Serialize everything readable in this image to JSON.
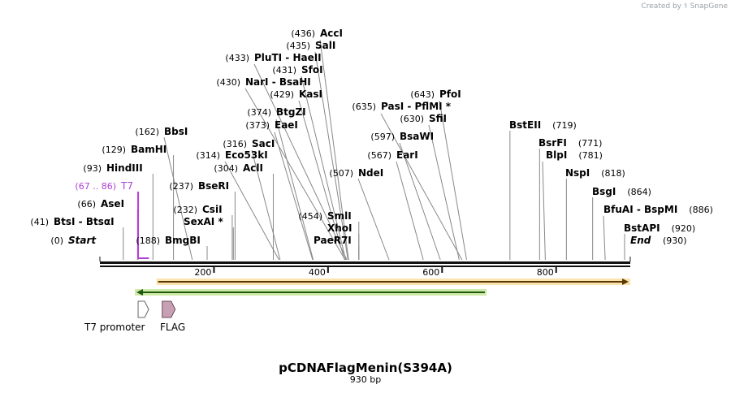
{
  "credit": "Created by ⚕ SnapGene",
  "map": {
    "title": "pCDNAFlagMenin(S394A)",
    "subtitle": "930 bp",
    "sequence_length": 930,
    "ruler_ticks": [
      {
        "pos": 200,
        "label": "200"
      },
      {
        "pos": 400,
        "label": "400"
      },
      {
        "pos": 600,
        "label": "600"
      },
      {
        "pos": 800,
        "label": "800"
      }
    ],
    "sites": [
      {
        "num": "(0)",
        "name": "Start",
        "pos": 0,
        "italic": true
      },
      {
        "num": "(41)",
        "name": "BtsI  -  BtsαI",
        "pos": 41
      },
      {
        "num": "(66)",
        "name": "AseI",
        "pos": 66
      },
      {
        "num": "(67 .. 86)",
        "name": "T7",
        "pos": 67,
        "color": "#b040d8",
        "plain": true
      },
      {
        "num": "(93)",
        "name": "HindIII",
        "pos": 93
      },
      {
        "num": "(129)",
        "name": "BamHI",
        "pos": 129
      },
      {
        "num": "(162)",
        "name": "BbsI",
        "pos": 162
      },
      {
        "num": "(188)",
        "name": "BmgBI",
        "pos": 188
      },
      {
        "num": "(232)",
        "name": "CsiI",
        "pos": 232
      },
      {
        "name": "SexAI *",
        "pos": 234
      },
      {
        "num": "(237)",
        "name": "BseRI",
        "pos": 237
      },
      {
        "num": "(304)",
        "name": "AclI",
        "pos": 304
      },
      {
        "num": "(314)",
        "name": "Eco53kI",
        "pos": 314
      },
      {
        "num": "(316)",
        "name": "SacI",
        "pos": 316
      },
      {
        "num": "(373)",
        "name": "EaeI",
        "pos": 373
      },
      {
        "num": "(374)",
        "name": "BtgZI",
        "pos": 374
      },
      {
        "num": "(429)",
        "name": "KasI",
        "pos": 429
      },
      {
        "num": "(430)",
        "name": "NarI  -  BsaHI",
        "pos": 430
      },
      {
        "num": "(431)",
        "name": "SfoI",
        "pos": 431
      },
      {
        "num": "(433)",
        "name": "PluTI  -  HaeII",
        "pos": 433
      },
      {
        "num": "(435)",
        "name": "SalI",
        "pos": 435
      },
      {
        "num": "(436)",
        "name": "AccI",
        "pos": 436
      },
      {
        "num": "(454)",
        "name": "SmlI",
        "pos": 454
      },
      {
        "name": "XhoI",
        "pos": 454
      },
      {
        "name": "PaeR7I",
        "pos": 454
      },
      {
        "num": "(507)",
        "name": "NdeI",
        "pos": 507
      },
      {
        "num": "(567)",
        "name": "EarI",
        "pos": 567
      },
      {
        "num": "(597)",
        "name": "BsaWI",
        "pos": 597
      },
      {
        "num": "(630)",
        "name": "SfiI",
        "pos": 630
      },
      {
        "num": "(635)",
        "name": "PasI  -  PflMI *",
        "pos": 635
      },
      {
        "num": "(643)",
        "name": "PfoI",
        "pos": 643
      },
      {
        "num": "(719)",
        "name": "BstEII",
        "pos": 719
      },
      {
        "num": "(771)",
        "name": "BsrFI",
        "pos": 771
      },
      {
        "num": "(781)",
        "name": "BlpI",
        "pos": 781
      },
      {
        "num": "(818)",
        "name": "NspI",
        "pos": 818
      },
      {
        "num": "(864)",
        "name": "BsgI",
        "pos": 864
      },
      {
        "num": "(886)",
        "name": "BfuAI  -  BspMI",
        "pos": 886
      },
      {
        "num": "(920)",
        "name": "BstAPI",
        "pos": 920
      },
      {
        "num": "(930)",
        "name": "End",
        "pos": 930,
        "italic": true
      }
    ],
    "features": [
      {
        "name": "T7 promoter",
        "type": "promoter",
        "start": 67,
        "end": 86
      },
      {
        "name": "FLAG",
        "type": "tag",
        "start": 105,
        "end": 128
      }
    ],
    "arrows": [
      {
        "name": "orange-orf-arrow",
        "start": 102,
        "end": 930,
        "direction": "forward",
        "color": "#f0a800"
      },
      {
        "name": "green-orf-arrow",
        "start": 67,
        "end": 675,
        "direction": "reverse",
        "color": "#2f8f1f"
      }
    ],
    "colors": {
      "t7": "#b040d8",
      "flag": "#c8a0b4",
      "orange": "#f0a800",
      "green": "#2f8f1f"
    }
  }
}
